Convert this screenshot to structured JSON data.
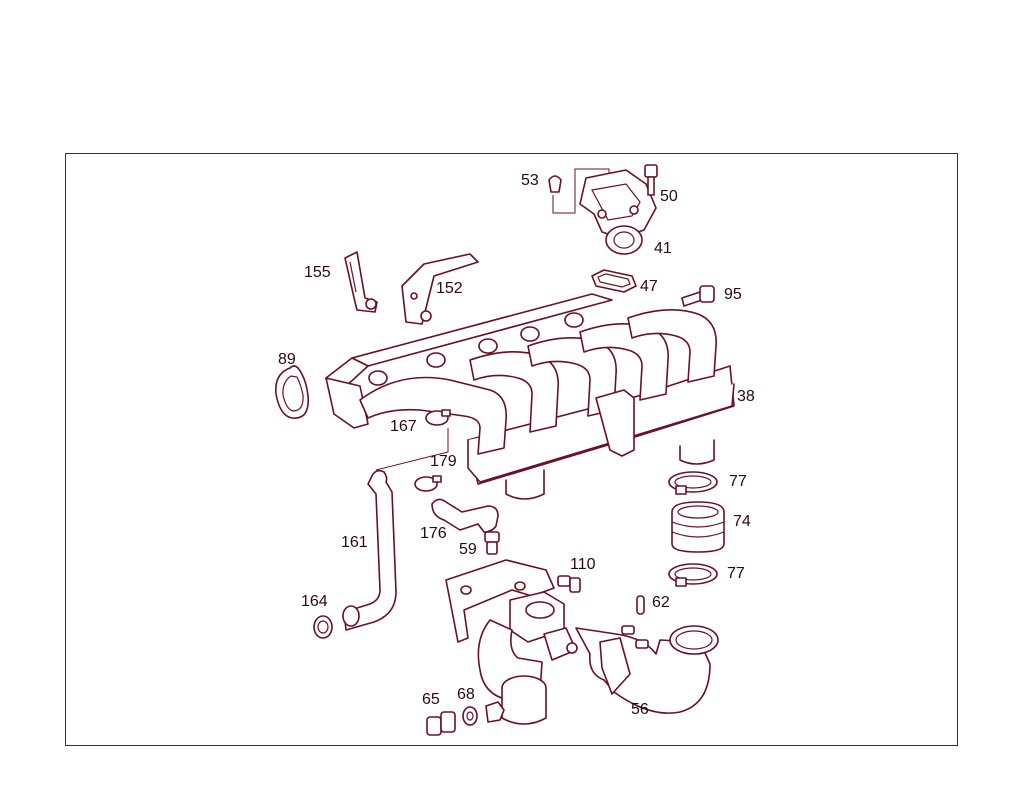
{
  "diagram": {
    "labels": {
      "p53": "53",
      "p50": "50",
      "p41": "41",
      "p47": "47",
      "p95": "95",
      "p155": "155",
      "p152": "152",
      "p89": "89",
      "p38": "38",
      "p167": "167",
      "p179": "179",
      "p77a": "77",
      "p74": "74",
      "p77b": "77",
      "p176": "176",
      "p59": "59",
      "p161": "161",
      "p110": "110",
      "p62": "62",
      "p164": "164",
      "p65": "65",
      "p68": "68",
      "p56": "56"
    },
    "line_color": "#6b1020",
    "frame_color": "#7a1020"
  }
}
